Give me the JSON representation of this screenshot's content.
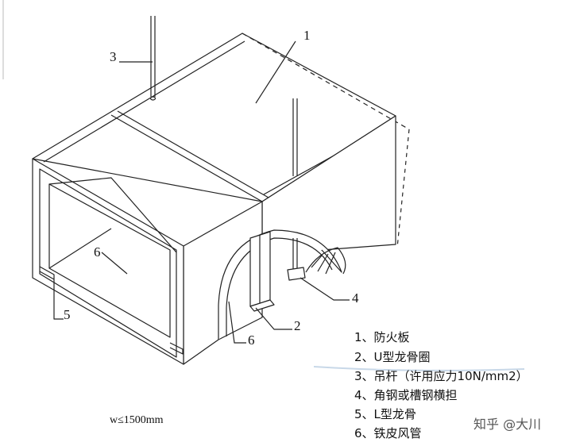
{
  "callouts": {
    "c1": "1",
    "c2": "2",
    "c3": "3",
    "c4": "4",
    "c5": "5",
    "c6a": "6",
    "c6b": "6"
  },
  "legend": [
    "1、防火板",
    "2、U型龙骨圈",
    "3、吊杆（许用应力10N/mm2）",
    "4、角钢或槽钢横担",
    "5、L型龙骨",
    "6、铁皮风管"
  ],
  "width_note": "w≤1500mm",
  "watermark": "知乎 @大川"
}
